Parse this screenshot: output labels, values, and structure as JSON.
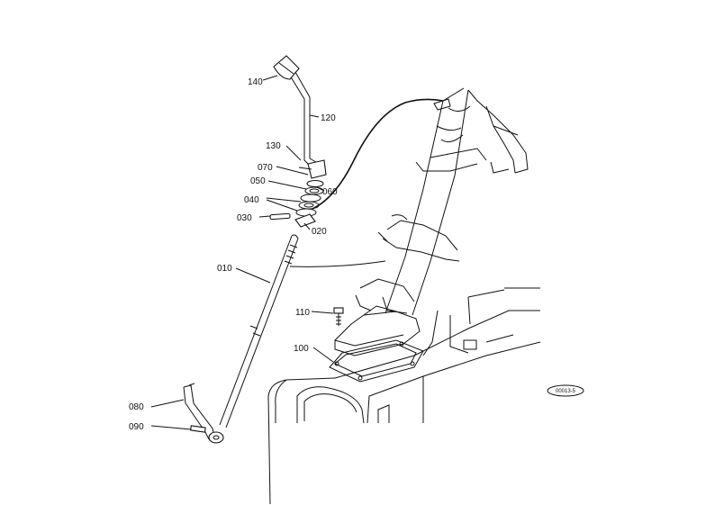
{
  "parts": {
    "p010": "010",
    "p020": "020",
    "p030": "030",
    "p040": "040",
    "p050": "050",
    "p060": "060",
    "p070": "070",
    "p080": "080",
    "p090": "090",
    "p100": "100",
    "p110": "110",
    "p120": "120",
    "p130": "130",
    "p140": "140"
  },
  "reference_code": "00013-5",
  "colors": {
    "ink": "#111111",
    "paper": "#ffffff"
  }
}
